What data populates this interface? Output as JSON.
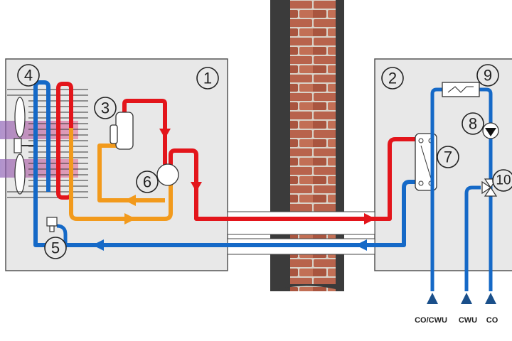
{
  "units": {
    "outdoor_unit_number": "1",
    "indoor_unit_number": "2"
  },
  "callouts": {
    "c3": "3",
    "c4": "4",
    "c5": "5",
    "c6": "6",
    "c7": "7",
    "c8": "8",
    "c9": "9",
    "c10": "10"
  },
  "outlets": {
    "co_cwu": "CO/CWU",
    "cwu": "CWU",
    "co": "CO"
  },
  "colors": {
    "hot": "#e3151b",
    "cold": "#1569c7",
    "warm": "#f29a1c",
    "panel": "#e8e8e8",
    "wall": "#3b3b3b",
    "brick": "#b8634c"
  }
}
